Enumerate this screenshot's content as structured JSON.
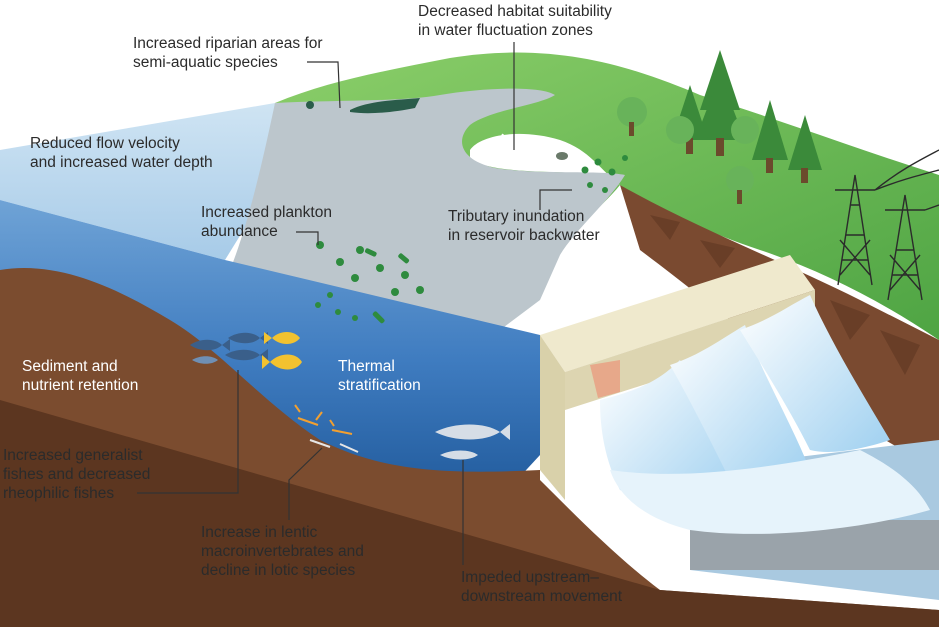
{
  "colors": {
    "grass": "#5eb04a",
    "grass_dark": "#3f8f3a",
    "water_light": "#bcd9ee",
    "water_mid": "#4a86c4",
    "water_deep": "#1f5c9e",
    "soil": "#8a5a3c",
    "soil_dark": "#6b4128",
    "dam": "#e8e2c4",
    "plankton": "#2e8b3e",
    "fish_dark": "#3a5f8a",
    "fish_yellow": "#f2c230",
    "fish_white": "#d6dde6"
  },
  "icons": [
    "tree-icon",
    "transmission-tower-icon",
    "deer-icon",
    "crocodile-icon",
    "turtle-icon",
    "fish-icon",
    "plankton-icon",
    "insect-larva-icon"
  ],
  "labels": {
    "riparian": [
      "Increased riparian areas for",
      "semi-aquatic species"
    ],
    "habitat": [
      "Decreased habitat suitability",
      "in water fluctuation zones"
    ],
    "flow": [
      "Reduced flow velocity",
      "and increased water depth"
    ],
    "plankton": [
      "Increased plankton",
      "abundance"
    ],
    "tributary": [
      "Tributary inundation",
      "in reservoir backwater"
    ],
    "sediment": [
      "Sediment and",
      "nutrient retention"
    ],
    "thermal": [
      "Thermal",
      "stratification"
    ],
    "generalist": [
      "Increased generalist",
      "fishes and decreased",
      "rheophilic fishes"
    ],
    "lentic": [
      "Increase in lentic",
      "macroinvertebrates and",
      "decline in lotic species"
    ],
    "movement": [
      "Impeded upstream–",
      "downstream movement"
    ]
  }
}
